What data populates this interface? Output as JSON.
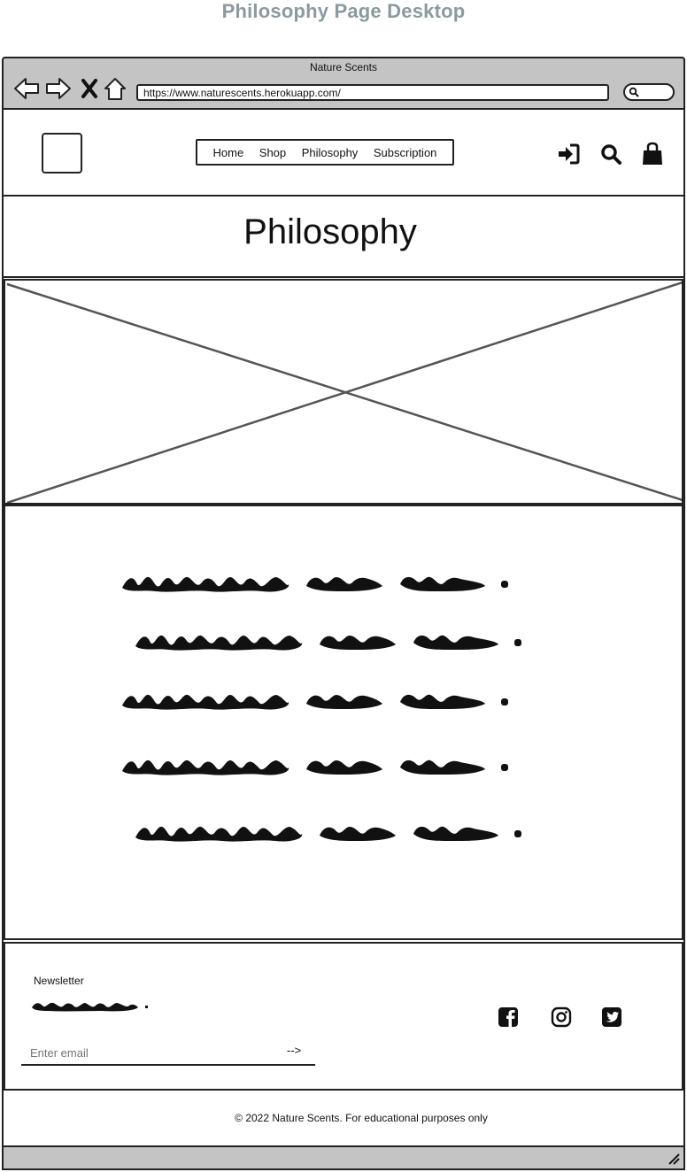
{
  "page_heading": "Philosophy Page Desktop",
  "browser": {
    "title": "Nature Scents",
    "url": "https://www.naturescents.herokuapp.com/"
  },
  "nav": {
    "items": [
      {
        "label": "Home"
      },
      {
        "label": "Shop"
      },
      {
        "label": "Philosophy"
      },
      {
        "label": "Subscription"
      }
    ]
  },
  "header_icons": [
    "sign-in-icon",
    "search-icon",
    "shopping-bag-icon"
  ],
  "page_title": "Philosophy",
  "footer": {
    "newsletter_label": "Newsletter",
    "email_placeholder": "Enter email",
    "submit_arrow": "-->",
    "social_icons": [
      "facebook-icon",
      "instagram-icon",
      "twitter-icon"
    ],
    "copyright": "© 2022 Nature Scents. For educational purposes only"
  },
  "colors": {
    "chrome_gray": "#c4c4c4",
    "heading_gray": "#8a9aa0",
    "ink": "#111111"
  }
}
